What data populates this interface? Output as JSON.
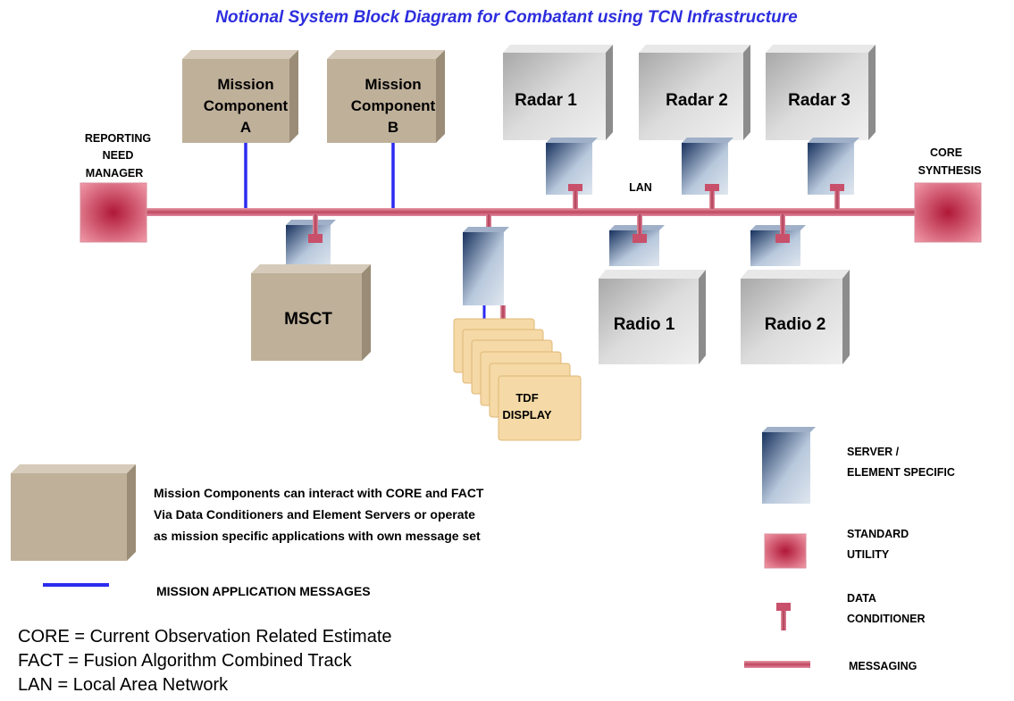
{
  "title": "Notional System Block Diagram for Combatant using TCN Infrastructure",
  "lan_label": "LAN",
  "reporting_need_manager": [
    "REPORTING",
    "NEED",
    "MANAGER"
  ],
  "core_synthesis": [
    "CORE",
    "SYNTHESIS"
  ],
  "mission_component_a": [
    "Mission",
    "Component",
    "A"
  ],
  "mission_component_b": [
    "Mission",
    "Component",
    "B"
  ],
  "radars": [
    "Radar 1",
    "Radar 2",
    "Radar 3"
  ],
  "radios": [
    "Radio 1",
    "Radio 2"
  ],
  "msct": "MSCT",
  "tdf_display": [
    "TDF",
    "DISPLAY"
  ],
  "legend": {
    "mission_components_note": [
      "Mission Components can interact with CORE and FACT",
      "Via Data Conditioners and Element Servers or operate",
      "as mission specific applications with own message set"
    ],
    "mission_messages": "MISSION APPLICATION MESSAGES",
    "server": [
      "SERVER /",
      "ELEMENT SPECIFIC"
    ],
    "standard_utility": [
      "STANDARD",
      "UTILITY"
    ],
    "data_conditioner": [
      "DATA",
      "CONDITIONER"
    ],
    "messaging": "MESSAGING"
  },
  "abbreviations": [
    "CORE = Current Observation Related Estimate",
    "FACT = Fusion Algorithm Combined Track",
    "LAN = Local Area Network"
  ],
  "colors": {
    "title": "#2d2dde",
    "lan_bus": "#c8506a",
    "mission_line": "#2b2bf0",
    "mission_box": "#bfb09a",
    "radar_box": "#c9c9c9",
    "server": "#1c3a6a",
    "tdf": "#f5d9a6"
  }
}
